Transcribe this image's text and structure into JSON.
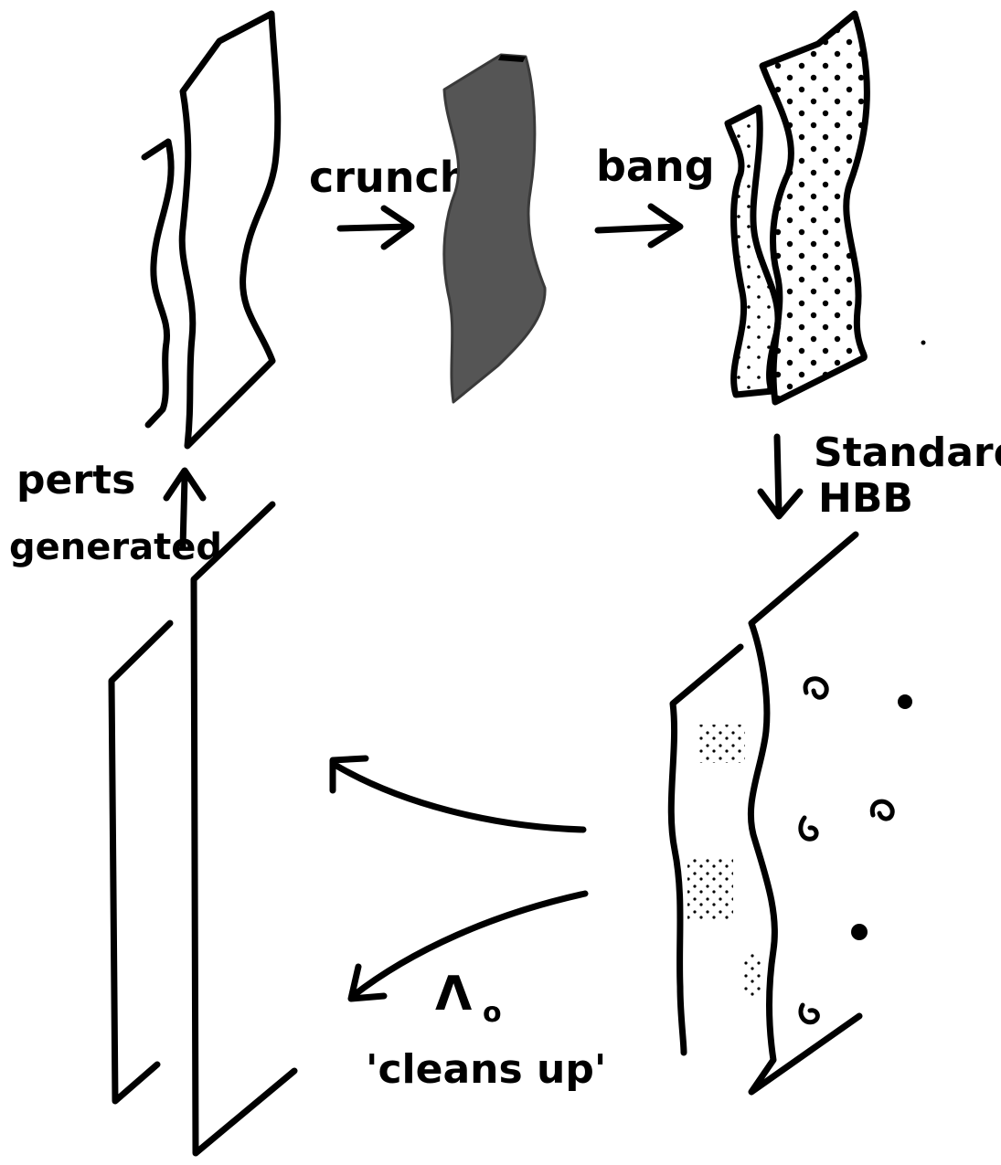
{
  "labels": {
    "crunch": "crunch",
    "bang": "bang",
    "standard_line1": "Standard",
    "standard_line2": "HBB",
    "perts_line1": "perts",
    "perts_line2": "generated",
    "lambda": "Λ",
    "lambda_subscript": "o",
    "cleans_up": "'cleans up'"
  },
  "colors": {
    "ink": "#000000",
    "crunch_fill": "#555555",
    "background": "#ffffff"
  }
}
